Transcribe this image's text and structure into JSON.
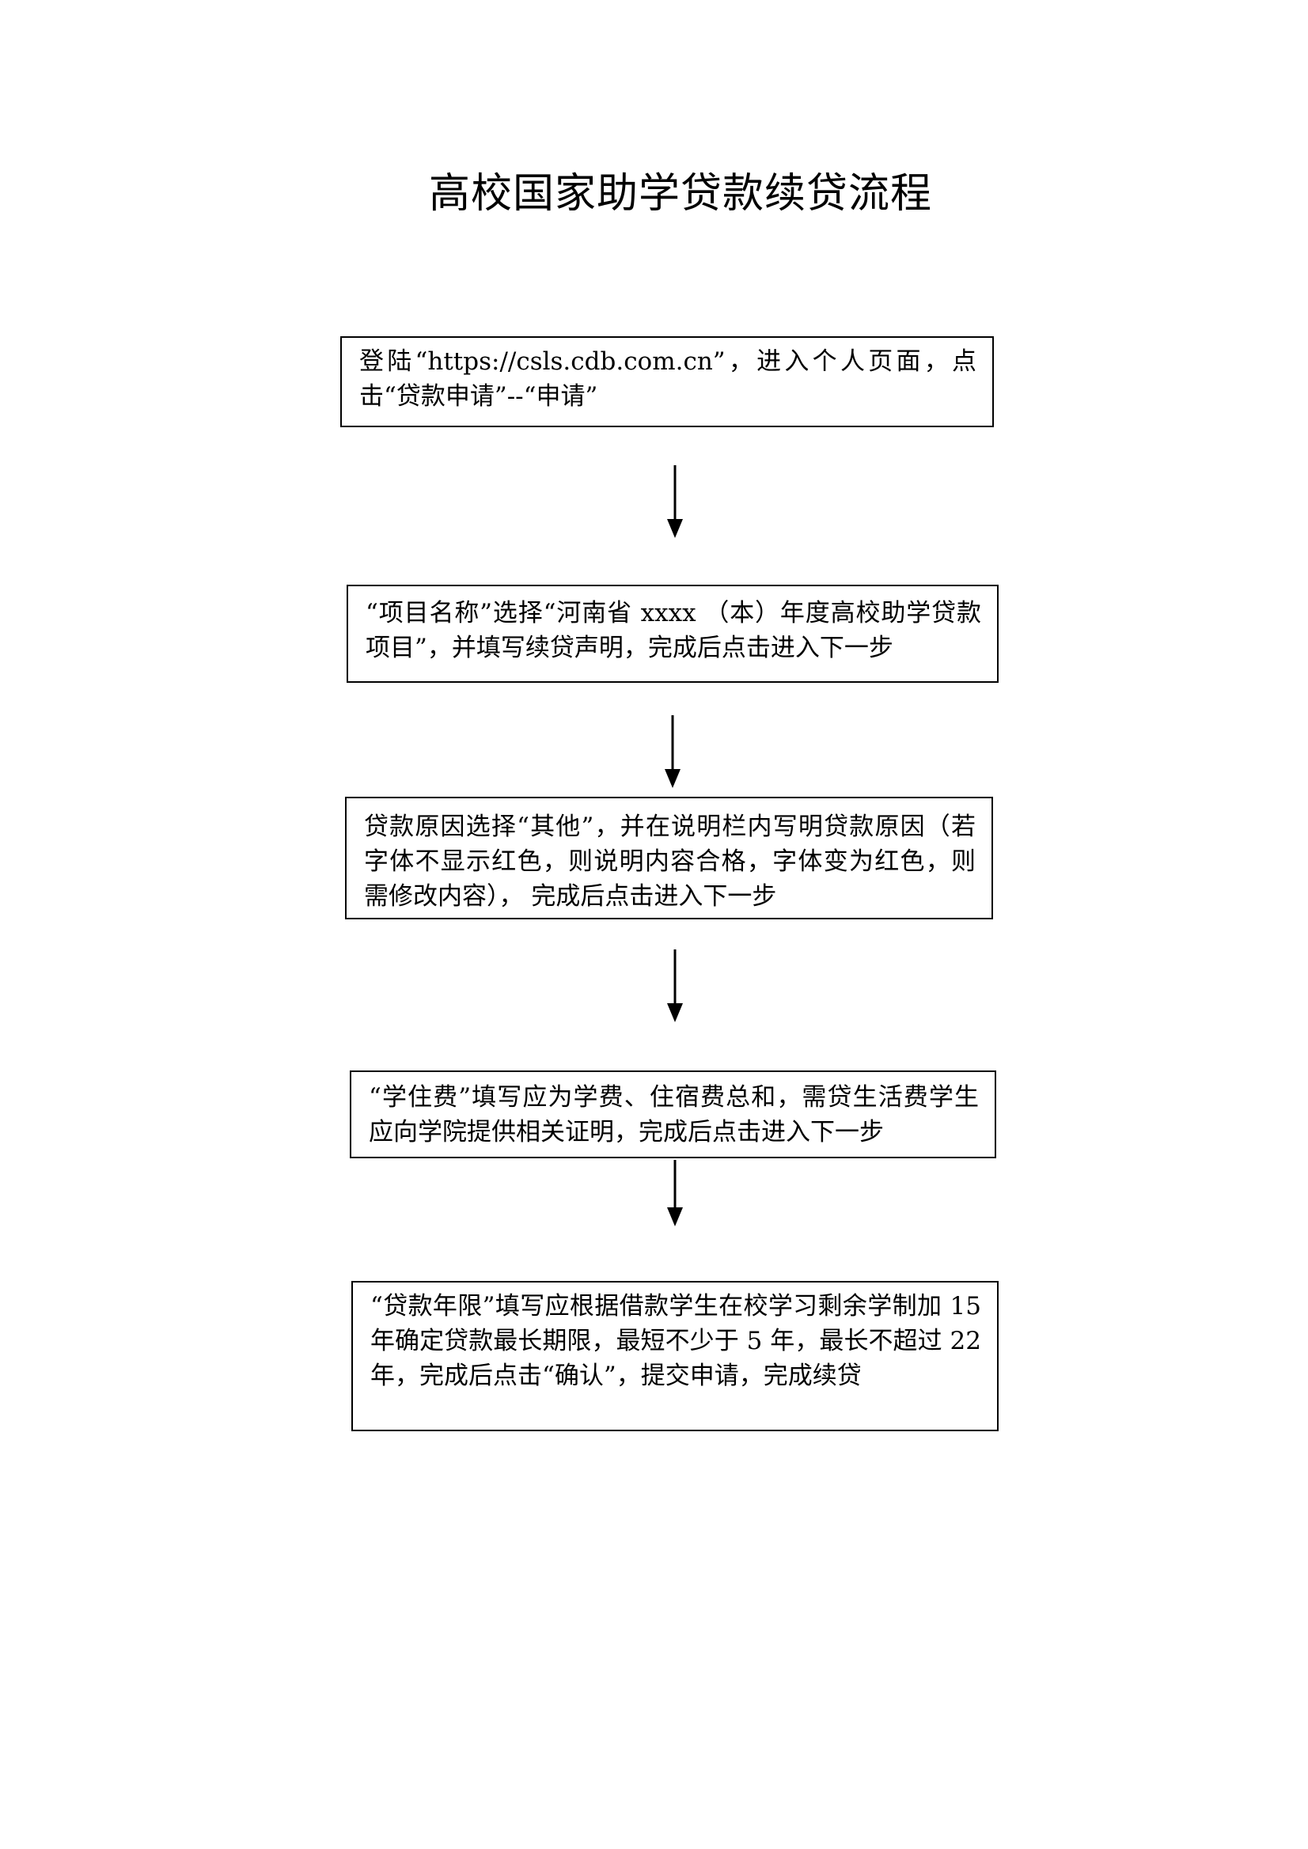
{
  "title": "高校国家助学贷款续贷流程",
  "steps": [
    {
      "text": "登陆“https://csls.cdb.com.cn”，进入个人页面，点击“贷款申请”--“申请”"
    },
    {
      "text": "“项目名称”选择“河南省 xxxx （本）年度高校助学贷款项目”，并填写续贷声明，完成后点击进入下一步"
    },
    {
      "text": "贷款原因选择“其他”，并在说明栏内写明贷款原因（若字体不显示红色，则说明内容合格，字体变为红色，则需修改内容）， 完成后点击进入下一步"
    },
    {
      "text": "“学住费”填写应为学费、住宿费总和，需贷生活费学生应向学院提供相关证明，完成后点击进入下一步"
    },
    {
      "text": "“贷款年限”填写应根据借款学生在校学习剩余学制加 15 年确定贷款最长期限，最短不少于 5 年，最长不超过 22 年，完成后点击“确认”，提交申请，完成续贷"
    }
  ]
}
